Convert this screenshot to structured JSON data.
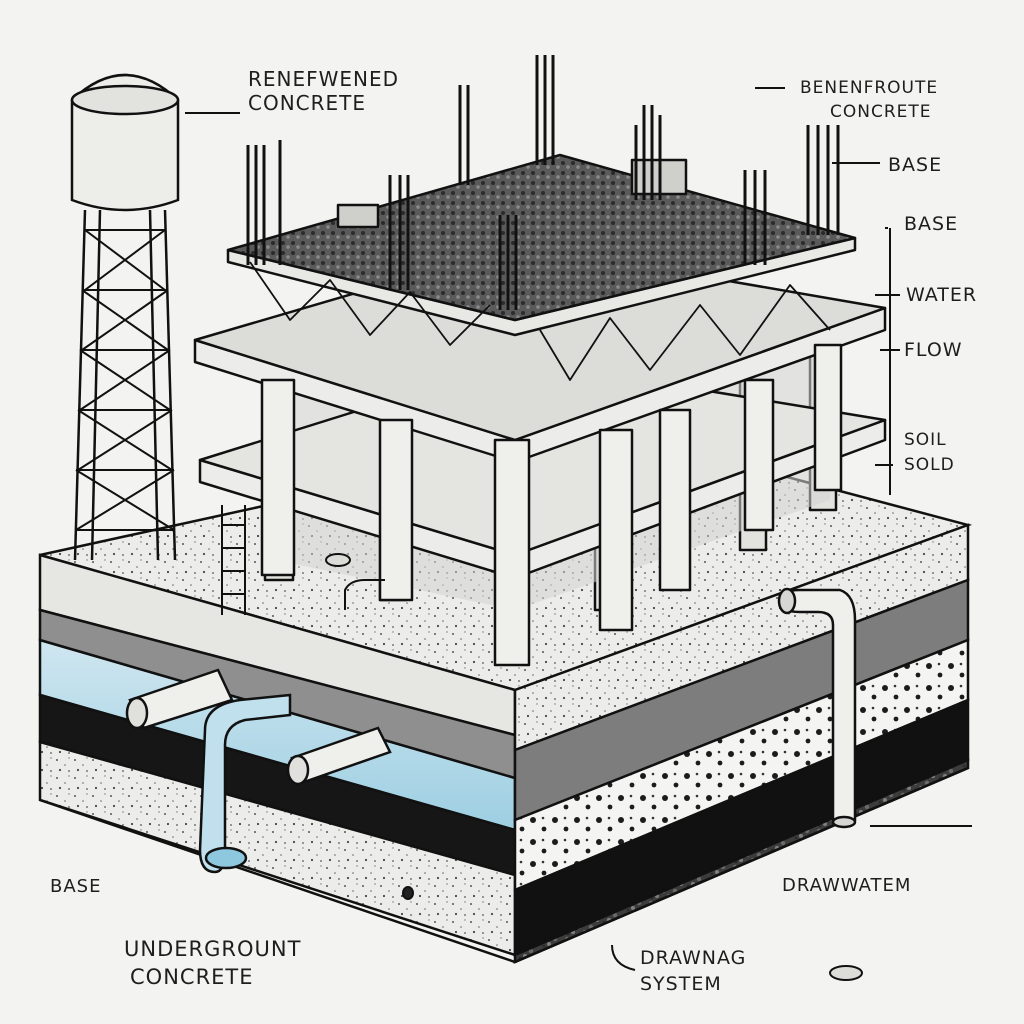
{
  "labels": {
    "reinforced_concrete_top": {
      "line1": "RENEFWENED",
      "line2": "CONCRETE"
    },
    "top_right_heading": {
      "line1": "BENENFROUTE",
      "line2": "CONCRETE"
    },
    "base_1": "BASE",
    "base_2": "BASE",
    "water": "WATER",
    "flow": "FLOW",
    "soil": "SOIL",
    "sold": "SOLD",
    "base_left": "BASE",
    "underground_concrete": {
      "line1": "UNDERGROUNT",
      "line2": "CONCRETE"
    },
    "drawwatem": "DRAWWATEM",
    "drainage_system": {
      "line1": "DRAWNAG",
      "line2": "SYSTEM"
    }
  },
  "icons": [
    "water-tower-icon",
    "drain-pipe-icon",
    "water-pipe-icon",
    "rebar-icon"
  ]
}
